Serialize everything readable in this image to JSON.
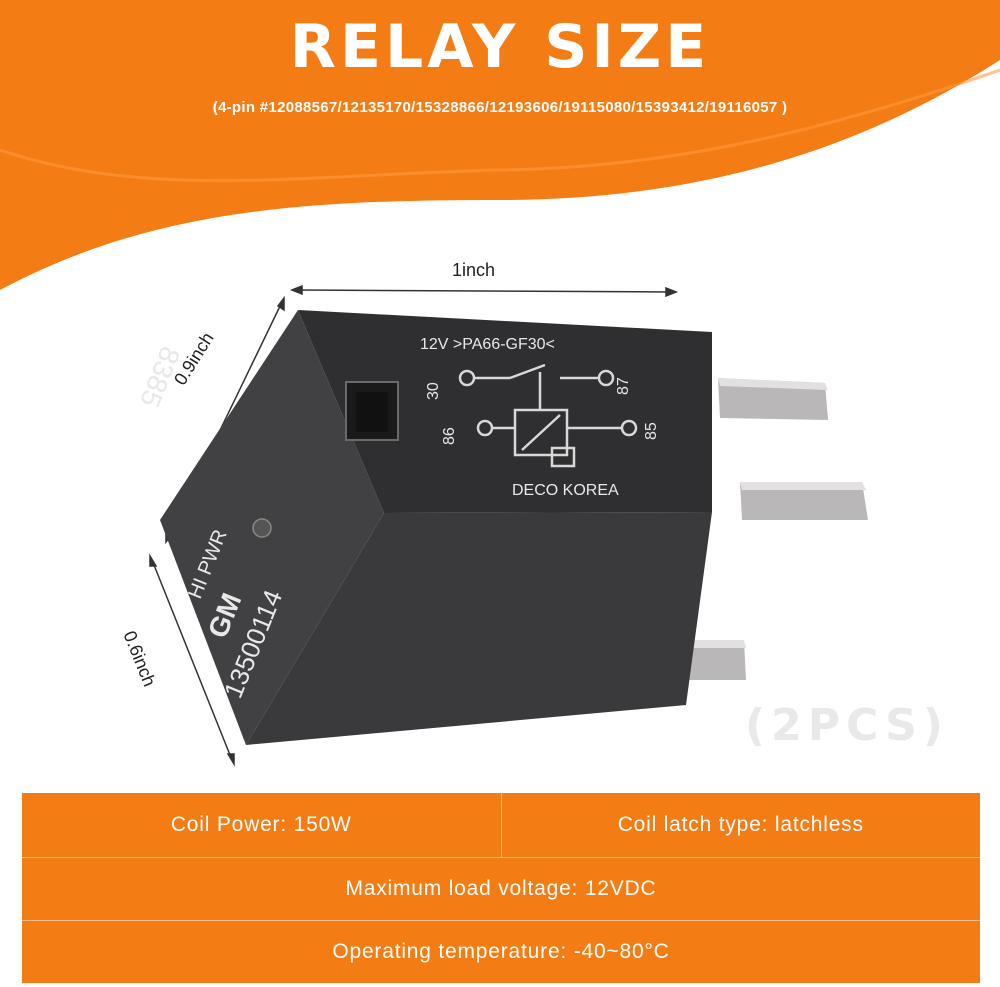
{
  "header": {
    "title": "RELAY SIZE",
    "subtitle": "(4-pin #12088567/12135170/15328866/12193606/19115080/15393412/19116057 )"
  },
  "dimensions": {
    "width": "1inch",
    "depth": "0.9inch",
    "height": "0.6inch"
  },
  "relay_markings": {
    "spec_line": "12V  >PA66-GF30<",
    "pin_30": "30",
    "pin_87": "87",
    "pin_86": "86",
    "pin_85": "85",
    "maker": "DECO  KOREA",
    "side_model": "HI PWR",
    "side_brand": "GM",
    "side_part": "13500114",
    "side_code": "8385"
  },
  "quantity_badge": "(2PCS)",
  "specs": {
    "coil_power": "Coil Power: 150W",
    "coil_latch": "Coil latch type: latchless",
    "max_voltage": "Maximum load voltage: 12VDC",
    "operating_temp": "Operating temperature: -40~80°C"
  },
  "colors": {
    "accent": "#f47c14",
    "relay_body": "#3a3a3c"
  }
}
